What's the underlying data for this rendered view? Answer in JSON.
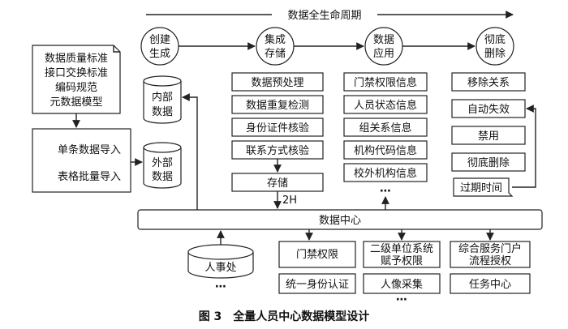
{
  "lifecycle": {
    "title": "数据全生命周期",
    "stages": [
      {
        "line1": "创建",
        "line2": "生成"
      },
      {
        "line1": "集成",
        "line2": "存储"
      },
      {
        "line1": "数据",
        "line2": "应用"
      },
      {
        "line1": "彻底",
        "line2": "删除"
      }
    ]
  },
  "standards": {
    "lines": [
      "数据质量标准",
      "接口交换标准",
      "编码规范",
      "元数据模型"
    ]
  },
  "import_box": {
    "single": "单条数据导入",
    "batch": "表格批量导入"
  },
  "internal_db": {
    "line1": "内部",
    "line2": "数据"
  },
  "external_db": {
    "line1": "外部",
    "line2": "数据"
  },
  "storage_col": {
    "items": [
      "数据预处理",
      "数据重复检测",
      "身份证件核验",
      "联系方式核验"
    ],
    "store": "存储",
    "interval": "2H"
  },
  "application_col": {
    "items": [
      "门禁权限信息",
      "人员状态信息",
      "组关系信息",
      "机构代码信息",
      "校外机构信息"
    ],
    "more": "⋯"
  },
  "deletion_col": {
    "items": [
      "移除关系",
      "自动失效",
      "禁用",
      "彻底删除"
    ],
    "expire": "过期时间"
  },
  "data_center": {
    "label": "数据中心"
  },
  "hr_db": {
    "label": "人事处",
    "more": "⋯"
  },
  "consumers": {
    "row1": [
      {
        "line1": "门禁权限",
        "line2": ""
      },
      {
        "line1": "二级单位系统",
        "line2": "赋予权限"
      },
      {
        "line1": "综合服务门户",
        "line2": "流程授权"
      }
    ],
    "row2": [
      "统一身份认证",
      "人像采集",
      "任务中心"
    ],
    "more": "⋯"
  },
  "caption": "图 3　全量人员中心数据模型设计"
}
